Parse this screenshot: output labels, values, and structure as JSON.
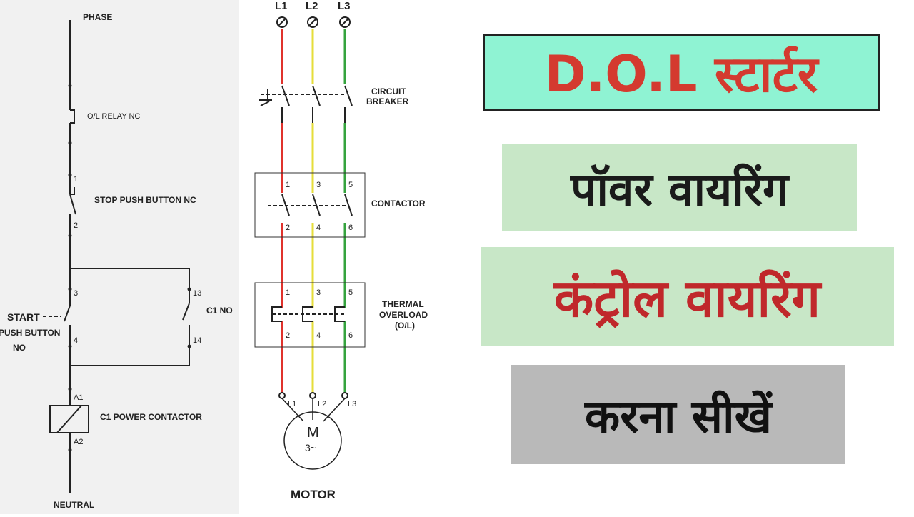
{
  "control_circuit": {
    "phase": "PHASE",
    "ol_relay": "O/L RELAY NC",
    "stop_pb": "STOP PUSH BUTTON NC",
    "start_pb_1": "START",
    "start_pb_2": "PUSH BUTTON",
    "start_pb_3": "NO",
    "c1_no": "C1 NO",
    "coil": "C1 POWER CONTACTOR",
    "neutral": "NEUTRAL",
    "t1": "1",
    "t2": "2",
    "t3": "3",
    "t4": "4",
    "t13": "13",
    "t14": "14",
    "a1": "A1",
    "a2": "A2"
  },
  "power_circuit": {
    "l1": "L1",
    "l2": "L2",
    "l3": "L3",
    "breaker_1": "CIRCUIT",
    "breaker_2": "BREAKER",
    "contactor": "CONTACTOR",
    "thermal_1": "THERMAL",
    "thermal_2": "OVERLOAD",
    "thermal_3": "(O/L)",
    "c_1": "1",
    "c_3": "3",
    "c_5": "5",
    "c_2": "2",
    "c_4": "4",
    "c_6": "6",
    "o_1": "1",
    "o_3": "3",
    "o_5": "5",
    "o_2": "2",
    "o_4": "4",
    "o_6": "6",
    "ml1": "L1",
    "ml2": "L2",
    "ml3": "L3",
    "motor_m": "M",
    "motor_phase": "3~",
    "motor": "MOTOR"
  },
  "title": {
    "main": "D.O.L स्टार्टर",
    "line1": "पॉवर वायरिंग",
    "line2": "कंट्रोल वायरिंग",
    "line3": "करना सीखें"
  },
  "colors": {
    "red_wire": "#e0322c",
    "yellow_wire": "#e6dd3a",
    "green_wire": "#35a33e",
    "title_bg": "#8ff3d3",
    "title_text": "#d43a2f"
  }
}
